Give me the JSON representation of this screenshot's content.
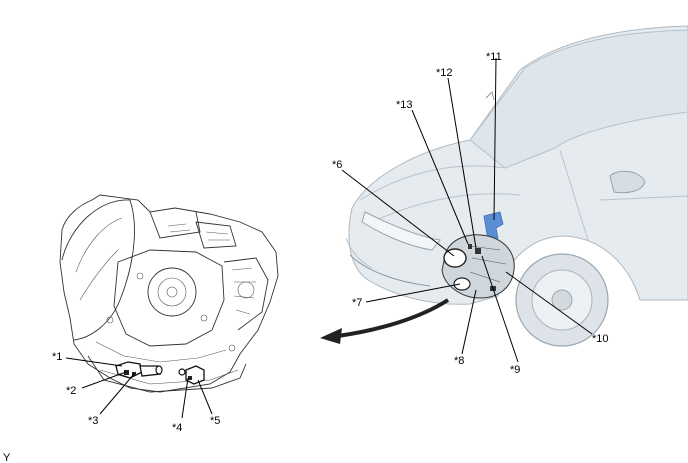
{
  "diagram": {
    "footer_code": "Y",
    "highlight_color": "#5a8fd8",
    "car_fill": "#e6ebef",
    "callouts": {
      "c1": "*1",
      "c2": "*2",
      "c3": "*3",
      "c4": "*4",
      "c5": "*5",
      "c6": "*6",
      "c7": "*7",
      "c8": "*8",
      "c9": "*9",
      "c10": "*10",
      "c11": "*11",
      "c12": "*12",
      "c13": "*13"
    }
  }
}
